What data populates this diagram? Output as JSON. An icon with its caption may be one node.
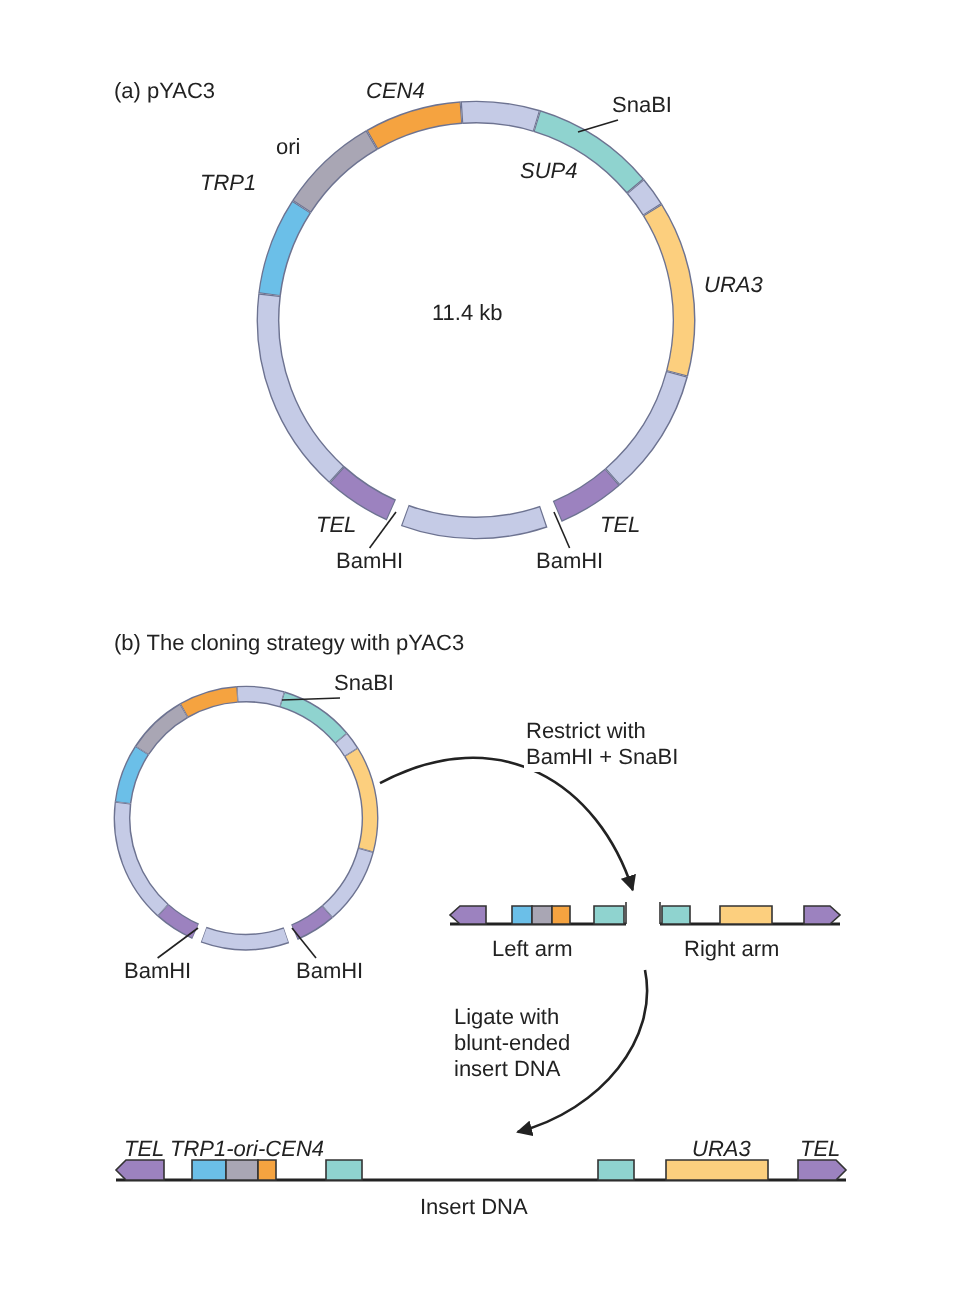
{
  "diagram": {
    "nodes": [
      {
        "text": [
          "11.4 kb"
        ]
      },
      {
        "text": [
          "SnaBI"
        ]
      },
      {
        "text": [
          "BamHI"
        ]
      },
      {
        "text": [
          "BamHI"
        ]
      },
      {
        "text": [],
        "shape": "circle"
      },
      {
        "text": [
          "SnaBI"
        ]
      },
      {
        "text": [
          "BamHI"
        ]
      },
      {
        "text": [
          "BamHI"
        ]
      },
      {
        "text": [
          "Left arm",
          "Right arm"
        ]
      },
      {
        "text": [
          "TEL",
          "TRP1-ori-CEN4",
          "URA3",
          "TEL",
          "Insert DNA"
        ]
      }
    ],
    "edges": [
      {
        "from": 1,
        "to": 0,
        "arrow": "none"
      },
      {
        "from": 2,
        "to": 0,
        "arrow": "none"
      },
      {
        "from": 3,
        "to": 0,
        "arrow": "none"
      },
      {
        "from": 5,
        "to": 4,
        "arrow": "none"
      },
      {
        "from": 6,
        "to": 4,
        "arrow": "none"
      },
      {
        "from": 7,
        "to": 4,
        "arrow": "none"
      },
      {
        "from": 4,
        "to": 8,
        "arrow": "to",
        "label": "Restrict with BamHI + SnaBI"
      },
      {
        "from": 8,
        "to": 9,
        "arrow": "to",
        "label": "Ligate with blunt-ended insert DNA"
      }
    ],
    "labels": [
      "(a) pYAC3",
      "CEN4",
      "ori",
      "SUP4",
      "TRP1",
      "URA3",
      "TEL",
      "TEL",
      "(b) The cloning strategy with pYAC3"
    ]
  }
}
